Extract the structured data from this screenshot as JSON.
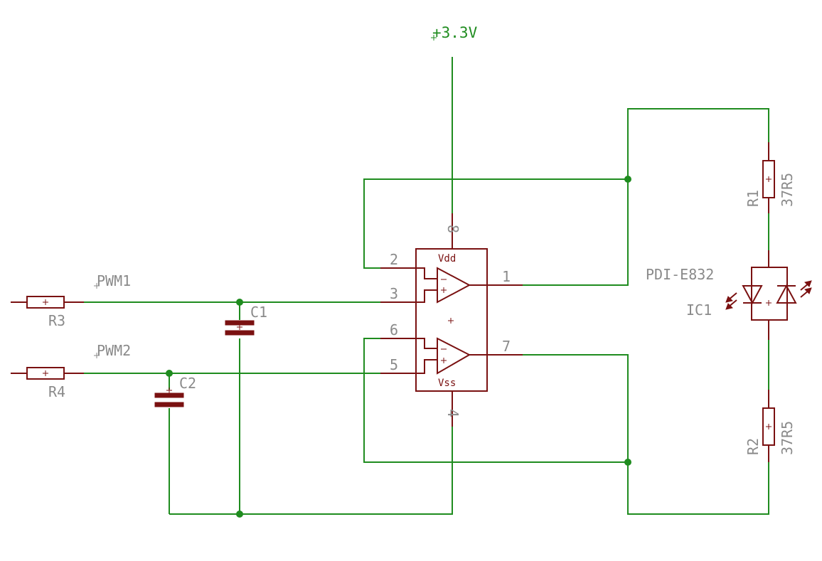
{
  "supply": {
    "label": "+3.3V"
  },
  "nets": {
    "pwm1": "PWM1",
    "pwm2": "PWM2"
  },
  "resistors": {
    "r1": {
      "name": "R1",
      "value": "37R5"
    },
    "r2": {
      "name": "R2",
      "value": "37R5"
    },
    "r3": {
      "name": "R3"
    },
    "r4": {
      "name": "R4"
    }
  },
  "capacitors": {
    "c1": {
      "name": "C1"
    },
    "c2": {
      "name": "C2"
    }
  },
  "opamp": {
    "vdd": "Vdd",
    "vss": "Vss",
    "pins": {
      "p1": "1",
      "p2": "2",
      "p3": "3",
      "p4": "4",
      "p5": "5",
      "p6": "6",
      "p7": "7",
      "p8": "8"
    }
  },
  "led": {
    "name": "IC1",
    "part": "PDI-E832"
  },
  "colors": {
    "wire": "#1f8c1f",
    "part": "#7a1111",
    "text": "#8a8a8a"
  }
}
